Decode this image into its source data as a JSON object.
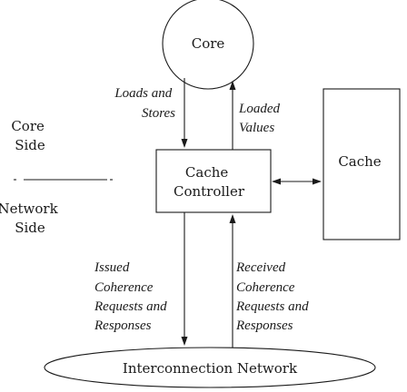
{
  "nodes": {
    "core": "Core",
    "cache_controller": [
      "Cache",
      "Controller"
    ],
    "cache": "Cache",
    "interconnection_network": "Interconnection Network"
  },
  "sides": {
    "core_side": [
      "Core",
      "Side"
    ],
    "network_side": [
      "Network",
      "Side"
    ]
  },
  "edges": {
    "loads_and_stores": [
      "Loads and",
      "Stores"
    ],
    "loaded_values": [
      "Loaded",
      "Values"
    ],
    "issued_requests": [
      "Issued",
      "Coherence",
      "Requests and",
      "Responses"
    ],
    "received_requests": [
      "Received",
      "Coherence",
      "Requests and",
      "Responses"
    ]
  }
}
